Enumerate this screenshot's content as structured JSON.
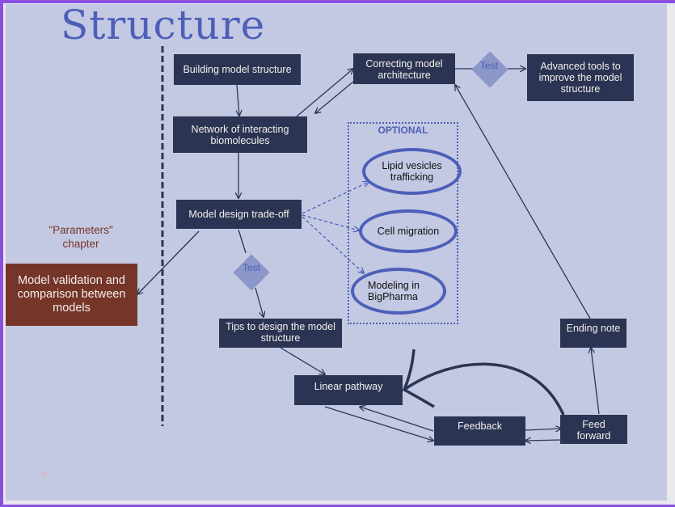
{
  "slide": {
    "title": "Structure",
    "side_note": "\"Parameters\"\nchapter",
    "optional_label": "OPTIONAL"
  },
  "nodes": {
    "building": "Building model structure",
    "correcting": "Correcting model architecture",
    "advanced": "Advanced tools to improve the model structure",
    "network": "Network of interacting biomolecules",
    "tradeoff": "Model design trade-off",
    "validation": "Model validation and comparison between models",
    "tips": "Tips to design the model structure",
    "linear": "Linear pathway",
    "feedback": "Feedback",
    "feedforward": "Feed forward",
    "ending": "Ending note"
  },
  "decisions": {
    "test_top": "Test",
    "test_mid": "Test"
  },
  "optional_topics": {
    "lipid": "Lipid vesicles trafficking",
    "migration": "Cell migration",
    "bigpharma": "Modeling in BigPharma"
  },
  "colors": {
    "node_dark": "#2c3454",
    "node_red": "#763529",
    "accent_blue": "#4d5fb8",
    "diamond": "#8c97c9",
    "background": "#c4c9e3",
    "frame": "#8b4fe0"
  }
}
